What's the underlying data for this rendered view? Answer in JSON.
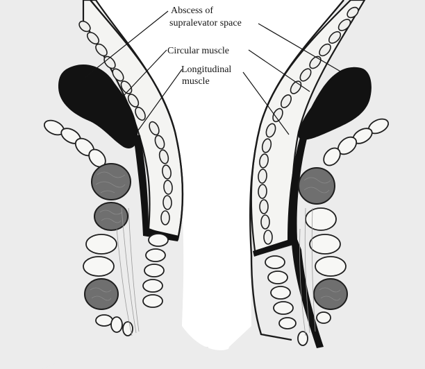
{
  "figure": {
    "labels": {
      "abscess_line1": "Abscess of",
      "abscess_line2": "supralevator space",
      "circular": "Circular muscle",
      "longitudinal_line1": "Longitudinal",
      "longitudinal_line2": "muscle"
    }
  }
}
